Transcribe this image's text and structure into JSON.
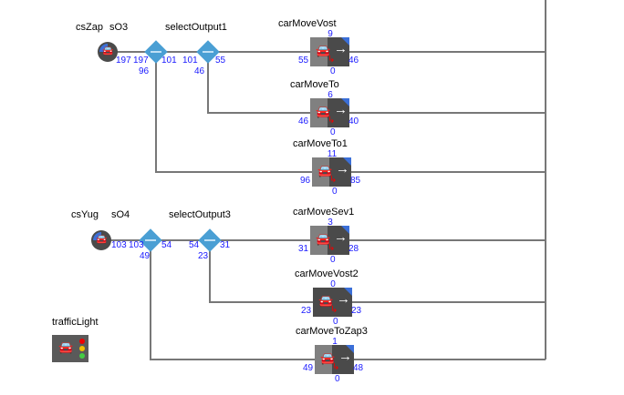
{
  "colors": {
    "count": "#1a1aff",
    "block": "#4a4a4a",
    "decision": "#4a9fd4",
    "accent": "#3b6fd8"
  },
  "sources": [
    {
      "name": "csZap",
      "out": "197",
      "icon": "car-icon"
    },
    {
      "name": "csYug",
      "out": "103",
      "icon": "car-icon"
    }
  ],
  "selects": [
    {
      "name": "sO3",
      "in": "197",
      "out_true": "101",
      "out_false": "96"
    },
    {
      "name": "selectOutput1",
      "in": "101",
      "out_true": "55",
      "out_false": "46"
    },
    {
      "name": "sO4",
      "in": "103",
      "out_true": "54",
      "out_false": "49"
    },
    {
      "name": "selectOutput3",
      "in": "54",
      "out_true": "31",
      "out_false": "23"
    }
  ],
  "blocks": [
    {
      "name": "carMoveVost",
      "count": "9",
      "in": "55",
      "out": "46",
      "bottom": "0"
    },
    {
      "name": "carMoveTo",
      "count": "6",
      "in": "46",
      "out": "40",
      "bottom": "0"
    },
    {
      "name": "carMoveTo1",
      "count": "11",
      "in": "96",
      "out": "85",
      "bottom": "0"
    },
    {
      "name": "carMoveSev1",
      "count": "3",
      "in": "31",
      "out": "28",
      "bottom": "0"
    },
    {
      "name": "carMoveVost2",
      "count": "0",
      "in": "23",
      "out": "23",
      "bottom": "0"
    },
    {
      "name": "carMoveToZap3",
      "count": "1",
      "in": "49",
      "out": "48",
      "bottom": "0"
    }
  ],
  "trafficLight": {
    "name": "trafficLight",
    "icon": "traffic-light-icon"
  }
}
